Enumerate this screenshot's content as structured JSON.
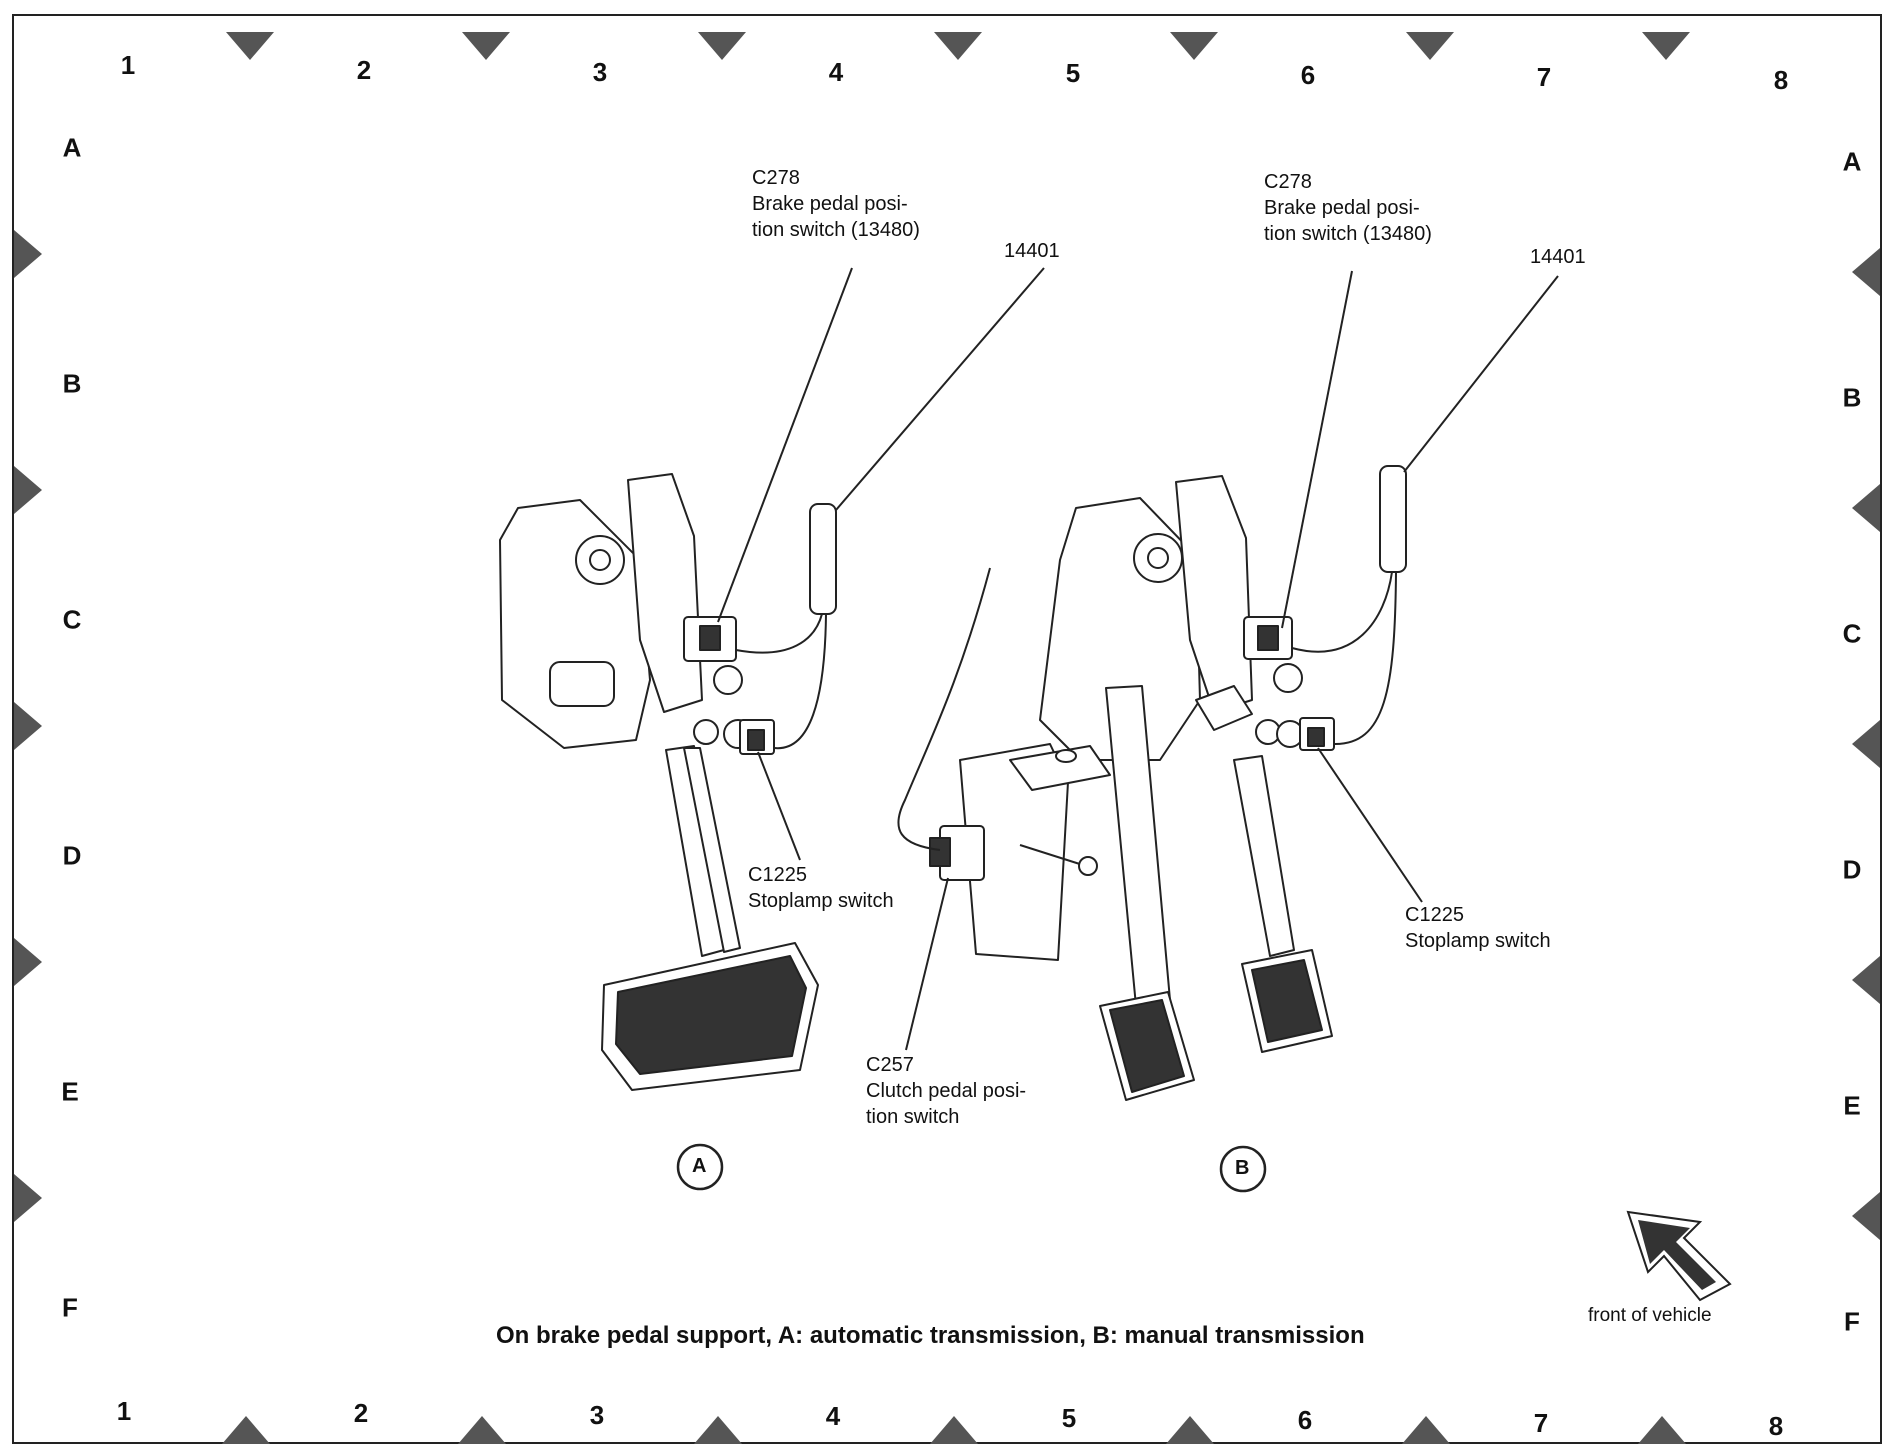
{
  "grid": {
    "columns": [
      "1",
      "2",
      "3",
      "4",
      "5",
      "6",
      "7",
      "8"
    ],
    "rows": [
      "A",
      "B",
      "C",
      "D",
      "E",
      "F"
    ]
  },
  "callouts": {
    "a_c278_id": "C278",
    "a_c278_line1": "Brake pedal posi-",
    "a_c278_line2": "tion switch (13480)",
    "a_14401": "14401",
    "a_c1225_id": "C1225",
    "a_c1225_desc": "Stoplamp switch",
    "b_c278_id": "C278",
    "b_c278_line1": "Brake pedal posi-",
    "b_c278_line2": "tion switch (13480)",
    "b_14401": "14401",
    "b_c1225_id": "C1225",
    "b_c1225_desc": "Stoplamp switch",
    "b_c257_id": "C257",
    "b_c257_line1": "Clutch pedal posi-",
    "b_c257_line2": "tion switch"
  },
  "view_labels": {
    "a": "A",
    "b": "B"
  },
  "caption": "On brake pedal support, A: automatic transmission, B: manual transmission",
  "front_arrow_label": "front of vehicle",
  "colors": {
    "line": "#222222",
    "marker": "#555555",
    "fill": "#ffffff",
    "pad": "#333333"
  }
}
